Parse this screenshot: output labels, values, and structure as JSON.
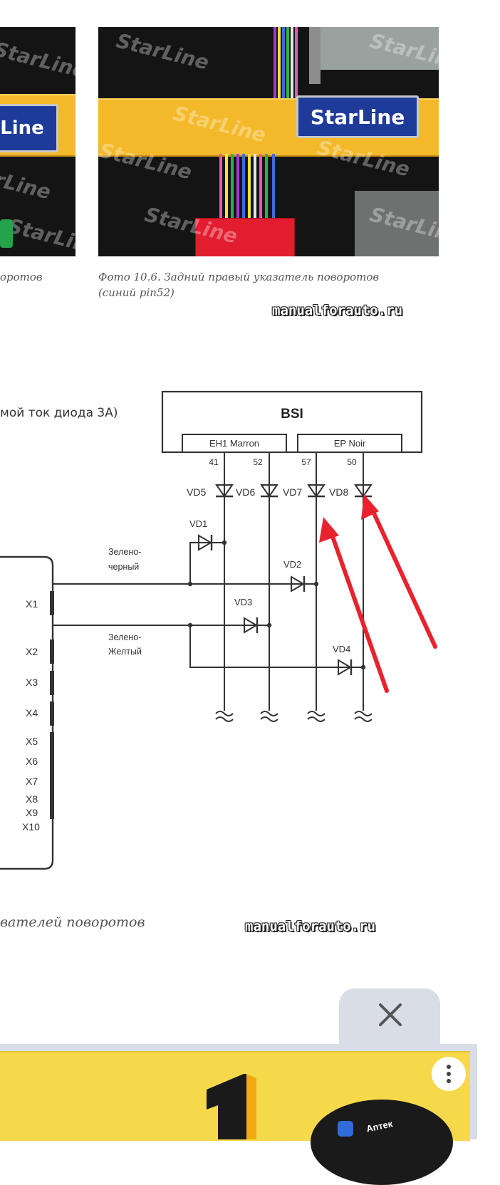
{
  "photos": {
    "left": {
      "watermark": "StarLine",
      "logo_text": "Line"
    },
    "right": {
      "watermark": "StarLine",
      "logo_text": "StarLine"
    }
  },
  "captions": {
    "left_fragment": "оротов",
    "right_line1": "Фото 10.6. Задний правый указатель поворотов",
    "right_line2": "(синий pin52)",
    "brand_top": "manualforauto.ru",
    "intro_fragment": "мой ток диода 3А)",
    "schematic_fragment": "вателей поворотов",
    "brand_bottom": "manualforauto.ru"
  },
  "schematic": {
    "bsi_title": "BSI",
    "connector_left": "EH1 Marron",
    "connector_right": "EP Noir",
    "pins": [
      "41",
      "52",
      "57",
      "50"
    ],
    "diodes_top": [
      "VD5",
      "VD6",
      "VD7",
      "VD8"
    ],
    "diodes_mid": [
      "VD1",
      "VD2",
      "VD3",
      "VD4"
    ],
    "wire_labels": [
      {
        "line1": "Зелено-",
        "line2": "черный"
      },
      {
        "line1": "Зелено-",
        "line2": "Желтый"
      }
    ],
    "module_outputs": [
      "X1",
      "X2",
      "X3",
      "X4",
      "X5",
      "X6",
      "X7",
      "X8",
      "X9",
      "X10"
    ]
  },
  "ad": {
    "badge_text": "Аптек",
    "big_digit": "1",
    "colors": {
      "panel": "#f6d94a",
      "arrow": "#e8232d"
    }
  }
}
